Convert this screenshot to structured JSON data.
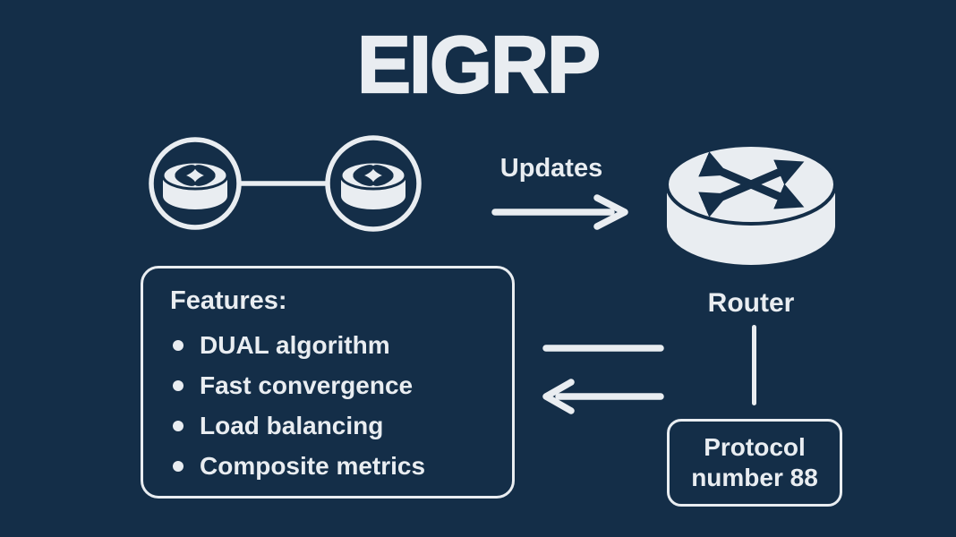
{
  "title": "EIGRP",
  "colors": {
    "background": "#142e48",
    "foreground": "#e9edf1"
  },
  "updates_label": "Updates",
  "router_label": "Router",
  "features": {
    "heading": "Features:",
    "items": [
      "DUAL algorithm",
      "Fast convergence",
      "Load balancing",
      "Composite metrics"
    ]
  },
  "protocol": {
    "line1": "Protocol",
    "line2": "number 88"
  },
  "icons": {
    "network_nodes": "two-linked-router-nodes",
    "router": "router-cylinder-with-cross-arrows",
    "updates_arrow": "arrow-right",
    "return_arrow": "arrow-left",
    "transfer_line": "horizontal-line",
    "connector": "vertical-line"
  }
}
